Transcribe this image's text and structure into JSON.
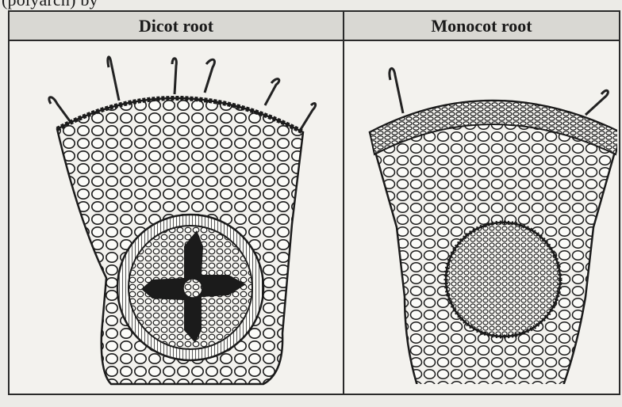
{
  "page": {
    "top_partial_text": "(polyarch) by"
  },
  "table": {
    "headers": [
      "Dicot root",
      "Monocot root"
    ]
  },
  "figures": {
    "left": {
      "type": "dicot-root-cross-section"
    },
    "right": {
      "type": "monocot-root-cross-section"
    }
  }
}
